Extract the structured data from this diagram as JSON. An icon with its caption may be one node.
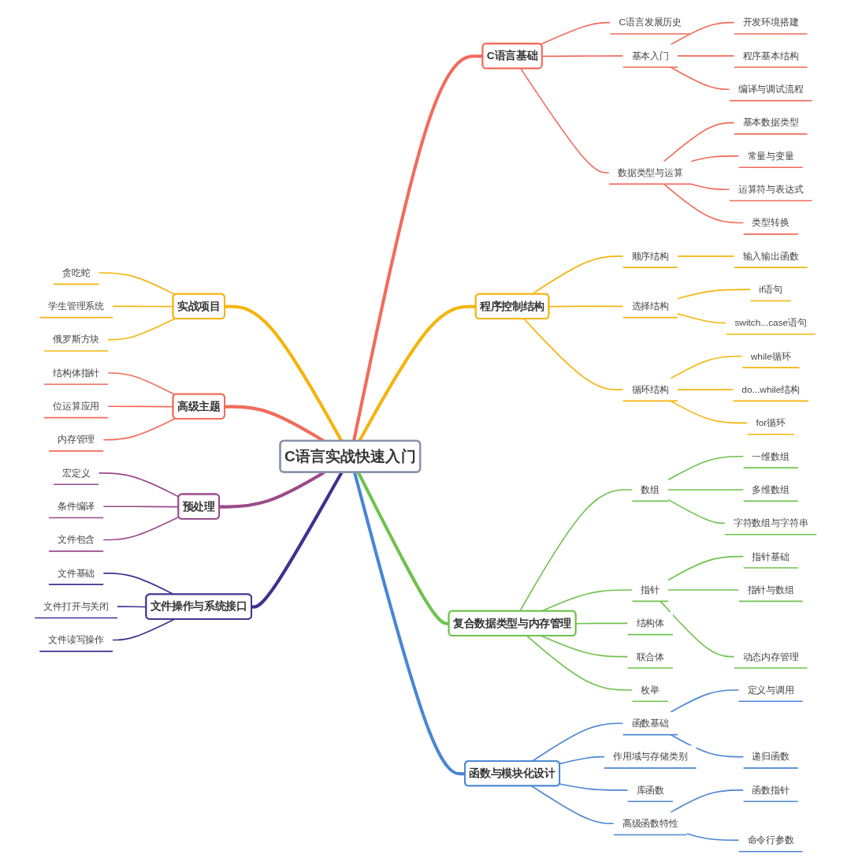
{
  "diagram": {
    "nodes": [
      {
        "text": [
          "C语言实战快速入门"
        ]
      },
      {
        "text": [
          "C语言基础"
        ]
      },
      {
        "text": [
          "C语言发展历史"
        ]
      },
      {
        "text": [
          "基本入门"
        ]
      },
      {
        "text": [
          "开发环境搭建"
        ]
      },
      {
        "text": [
          "程序基本结构"
        ]
      },
      {
        "text": [
          "编译与调试流程"
        ]
      },
      {
        "text": [
          "数据类型与运算"
        ]
      },
      {
        "text": [
          "基本数据类型"
        ]
      },
      {
        "text": [
          "常量与变量"
        ]
      },
      {
        "text": [
          "运算符与表达式"
        ]
      },
      {
        "text": [
          "类型转换"
        ]
      },
      {
        "text": [
          "程序控制结构"
        ]
      },
      {
        "text": [
          "顺序结构"
        ]
      },
      {
        "text": [
          "输入输出函数"
        ]
      },
      {
        "text": [
          "选择结构"
        ]
      },
      {
        "text": [
          "if语句"
        ]
      },
      {
        "text": [
          "switch...case语句"
        ]
      },
      {
        "text": [
          "循环结构"
        ]
      },
      {
        "text": [
          "while循环"
        ]
      },
      {
        "text": [
          "do...while结构"
        ]
      },
      {
        "text": [
          "for循环"
        ]
      },
      {
        "text": [
          "复合数据类型与内存管理"
        ]
      },
      {
        "text": [
          "数组"
        ]
      },
      {
        "text": [
          "一维数组"
        ]
      },
      {
        "text": [
          "多维数组"
        ]
      },
      {
        "text": [
          "字符数组与字符串"
        ]
      },
      {
        "text": [
          "指针"
        ]
      },
      {
        "text": [
          "指针基础"
        ]
      },
      {
        "text": [
          "指针与数组"
        ]
      },
      {
        "text": [
          "动态内存管理"
        ]
      },
      {
        "text": [
          "结构体"
        ]
      },
      {
        "text": [
          "联合体"
        ]
      },
      {
        "text": [
          "枚举"
        ]
      },
      {
        "text": [
          "函数与模块化设计"
        ]
      },
      {
        "text": [
          "函数基础"
        ]
      },
      {
        "text": [
          "定义与调用"
        ]
      },
      {
        "text": [
          "递归函数"
        ]
      },
      {
        "text": [
          "作用域与存储类别"
        ]
      },
      {
        "text": [
          "库函数"
        ]
      },
      {
        "text": [
          "高级函数特性"
        ]
      },
      {
        "text": [
          "函数指针"
        ]
      },
      {
        "text": [
          "命令行参数"
        ]
      },
      {
        "text": [
          "实战项目"
        ]
      },
      {
        "text": [
          "贪吃蛇"
        ]
      },
      {
        "text": [
          "学生管理系统"
        ]
      },
      {
        "text": [
          "俄罗斯方块"
        ]
      },
      {
        "text": [
          "高级主题"
        ]
      },
      {
        "text": [
          "结构体指针"
        ]
      },
      {
        "text": [
          "位运算应用"
        ]
      },
      {
        "text": [
          "内存管理"
        ]
      },
      {
        "text": [
          "预处理"
        ]
      },
      {
        "text": [
          "宏定义"
        ]
      },
      {
        "text": [
          "条件编译"
        ]
      },
      {
        "text": [
          "文件包含"
        ]
      },
      {
        "text": [
          "文件操作与系统接口"
        ]
      },
      {
        "text": [
          "文件基础"
        ]
      },
      {
        "text": [
          "文件打开与关闭"
        ]
      },
      {
        "text": [
          "文件读写操作"
        ]
      }
    ],
    "edges": [
      {
        "from": 0,
        "to": 1,
        "arrow": "none",
        "style": "thick",
        "color": "#f26b5a"
      },
      {
        "from": 1,
        "to": 2,
        "arrow": "none",
        "color": "#f26b5a"
      },
      {
        "from": 1,
        "to": 3,
        "arrow": "none",
        "color": "#f26b5a"
      },
      {
        "from": 3,
        "to": 4,
        "arrow": "none",
        "color": "#f26b5a"
      },
      {
        "from": 3,
        "to": 5,
        "arrow": "none",
        "color": "#f26b5a"
      },
      {
        "from": 3,
        "to": 6,
        "arrow": "none",
        "color": "#f26b5a"
      },
      {
        "from": 1,
        "to": 7,
        "arrow": "none",
        "color": "#f26b5a"
      },
      {
        "from": 7,
        "to": 8,
        "arrow": "none",
        "color": "#f26b5a"
      },
      {
        "from": 7,
        "to": 9,
        "arrow": "none",
        "color": "#f26b5a"
      },
      {
        "from": 7,
        "to": 10,
        "arrow": "none",
        "color": "#f26b5a"
      },
      {
        "from": 7,
        "to": 11,
        "arrow": "none",
        "color": "#f26b5a"
      },
      {
        "from": 0,
        "to": 12,
        "arrow": "none",
        "style": "thick",
        "color": "#f5b40c"
      },
      {
        "from": 12,
        "to": 13,
        "arrow": "none",
        "color": "#f5b40c"
      },
      {
        "from": 13,
        "to": 14,
        "arrow": "none",
        "color": "#f5b40c"
      },
      {
        "from": 12,
        "to": 15,
        "arrow": "none",
        "color": "#f5b40c"
      },
      {
        "from": 15,
        "to": 16,
        "arrow": "none",
        "color": "#f5b40c"
      },
      {
        "from": 15,
        "to": 17,
        "arrow": "none",
        "color": "#f5b40c"
      },
      {
        "from": 12,
        "to": 18,
        "arrow": "none",
        "color": "#f5b40c"
      },
      {
        "from": 18,
        "to": 19,
        "arrow": "none",
        "color": "#f5b40c"
      },
      {
        "from": 18,
        "to": 20,
        "arrow": "none",
        "color": "#f5b40c"
      },
      {
        "from": 18,
        "to": 21,
        "arrow": "none",
        "color": "#f5b40c"
      },
      {
        "from": 0,
        "to": 22,
        "arrow": "none",
        "style": "thick",
        "color": "#6fc24e"
      },
      {
        "from": 22,
        "to": 23,
        "arrow": "none",
        "color": "#6fc24e"
      },
      {
        "from": 23,
        "to": 24,
        "arrow": "none",
        "color": "#6fc24e"
      },
      {
        "from": 23,
        "to": 25,
        "arrow": "none",
        "color": "#6fc24e"
      },
      {
        "from": 23,
        "to": 26,
        "arrow": "none",
        "color": "#6fc24e"
      },
      {
        "from": 22,
        "to": 27,
        "arrow": "none",
        "color": "#6fc24e"
      },
      {
        "from": 27,
        "to": 28,
        "arrow": "none",
        "color": "#6fc24e"
      },
      {
        "from": 27,
        "to": 29,
        "arrow": "none",
        "color": "#6fc24e"
      },
      {
        "from": 27,
        "to": 30,
        "arrow": "none",
        "color": "#6fc24e"
      },
      {
        "from": 22,
        "to": 31,
        "arrow": "none",
        "color": "#6fc24e"
      },
      {
        "from": 22,
        "to": 32,
        "arrow": "none",
        "color": "#6fc24e"
      },
      {
        "from": 22,
        "to": 33,
        "arrow": "none",
        "color": "#6fc24e"
      },
      {
        "from": 0,
        "to": 34,
        "arrow": "none",
        "style": "thick",
        "color": "#4b86d3"
      },
      {
        "from": 34,
        "to": 35,
        "arrow": "none",
        "color": "#4b86d3"
      },
      {
        "from": 35,
        "to": 36,
        "arrow": "none",
        "color": "#4b86d3"
      },
      {
        "from": 35,
        "to": 37,
        "arrow": "none",
        "color": "#4b86d3"
      },
      {
        "from": 34,
        "to": 38,
        "arrow": "none",
        "color": "#4b86d3"
      },
      {
        "from": 34,
        "to": 39,
        "arrow": "none",
        "color": "#4b86d3"
      },
      {
        "from": 34,
        "to": 40,
        "arrow": "none",
        "color": "#4b86d3"
      },
      {
        "from": 40,
        "to": 41,
        "arrow": "none",
        "color": "#4b86d3"
      },
      {
        "from": 40,
        "to": 42,
        "arrow": "none",
        "color": "#4b86d3"
      },
      {
        "from": 0,
        "to": 43,
        "arrow": "none",
        "style": "thick",
        "color": "#f5b40c"
      },
      {
        "from": 43,
        "to": 44,
        "arrow": "none",
        "color": "#f5b40c"
      },
      {
        "from": 43,
        "to": 45,
        "arrow": "none",
        "color": "#f5b40c"
      },
      {
        "from": 43,
        "to": 46,
        "arrow": "none",
        "color": "#f5b40c"
      },
      {
        "from": 0,
        "to": 47,
        "arrow": "none",
        "style": "thick",
        "color": "#f26b5a"
      },
      {
        "from": 47,
        "to": 48,
        "arrow": "none",
        "color": "#f26b5a"
      },
      {
        "from": 47,
        "to": 49,
        "arrow": "none",
        "color": "#f26b5a"
      },
      {
        "from": 47,
        "to": 50,
        "arrow": "none",
        "color": "#f26b5a"
      },
      {
        "from": 0,
        "to": 51,
        "arrow": "none",
        "style": "thick",
        "color": "#9a4a8b"
      },
      {
        "from": 51,
        "to": 52,
        "arrow": "none",
        "color": "#9a4a8b"
      },
      {
        "from": 51,
        "to": 53,
        "arrow": "none",
        "color": "#9a4a8b"
      },
      {
        "from": 51,
        "to": 54,
        "arrow": "none",
        "color": "#9a4a8b"
      },
      {
        "from": 0,
        "to": 55,
        "arrow": "none",
        "style": "thick",
        "color": "#3f3190"
      },
      {
        "from": 55,
        "to": 56,
        "arrow": "none",
        "color": "#3f3190"
      },
      {
        "from": 55,
        "to": 57,
        "arrow": "none",
        "color": "#3f3190"
      },
      {
        "from": 55,
        "to": 58,
        "arrow": "none",
        "color": "#3f3190"
      }
    ]
  }
}
